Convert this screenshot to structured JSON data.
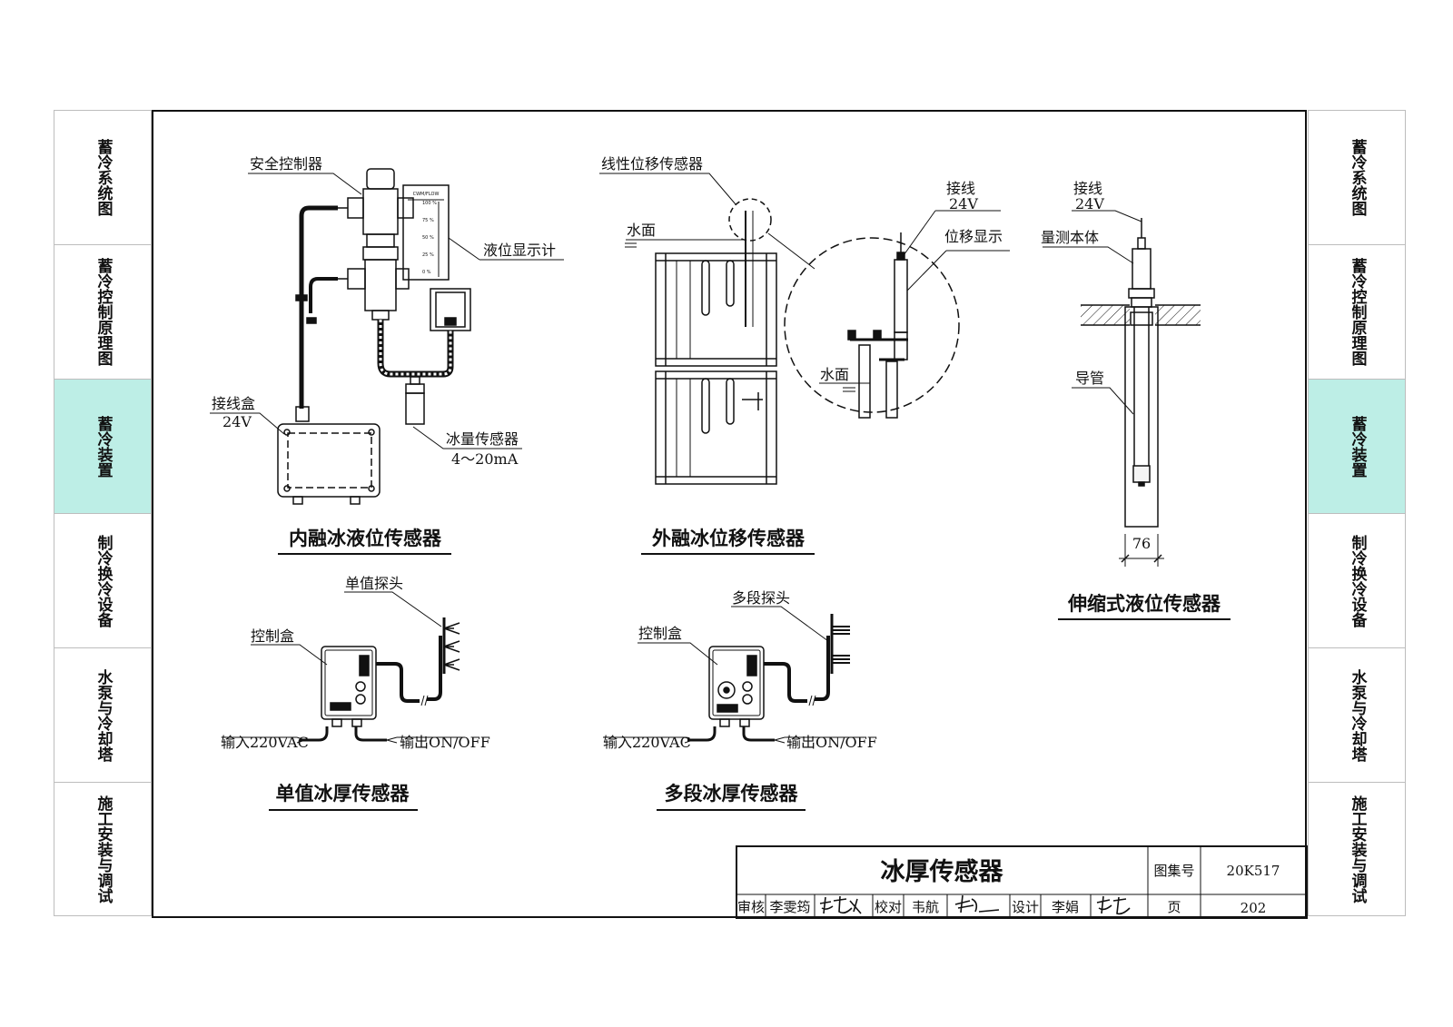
{
  "left_tabs": [
    {
      "label": "蓄冷系统图"
    },
    {
      "label": "蓄冷控制原理图"
    },
    {
      "label": "蓄冷装置",
      "active": true
    },
    {
      "label": "制冷换冷设备"
    },
    {
      "label": "水泵与冷却塔"
    },
    {
      "label": "施工安装与调试"
    }
  ],
  "right_tabs": [
    {
      "label": "蓄冷系统图"
    },
    {
      "label": "蓄冷控制原理图"
    },
    {
      "label": "蓄冷装置",
      "active": true
    },
    {
      "label": "制冷换冷设备"
    },
    {
      "label": "水泵与冷却塔"
    },
    {
      "label": "施工安装与调试"
    }
  ],
  "active_tab_color": "#bdeee6",
  "figure1": {
    "title": "内融冰液位传感器",
    "safety_controller": "安全控制器",
    "level_display": "液位显示计",
    "gauge_header": "CWM/FLOW",
    "gauge_marks": [
      "100 %",
      "75 %",
      "50 %",
      "25 %",
      "0 %"
    ],
    "junction_box": "接线盒",
    "junction_voltage": "24V",
    "ice_sensor": "冰量传感器",
    "ice_sensor_signal": "4～20mA"
  },
  "figure2": {
    "title": "外融冰位移传感器",
    "linear_sensor": "线性位移传感器",
    "water_surface": "水面",
    "wiring": "接线",
    "wiring_voltage": "24V",
    "displacement_display": "位移显示",
    "water_surface_detail": "水面"
  },
  "figure3": {
    "title": "伸缩式液位传感器",
    "wiring": "接线",
    "wiring_voltage": "24V",
    "body": "量测本体",
    "guide_tube": "导管",
    "dimension": "76"
  },
  "figure4": {
    "title": "单值冰厚传感器",
    "probe": "单值探头",
    "control_box": "控制盒",
    "input": "输入220VAC",
    "output": "输出ON/OFF"
  },
  "figure5": {
    "title": "多段冰厚传感器",
    "probe": "多段探头",
    "control_box": "控制盒",
    "input": "输入220VAC",
    "output": "输出ON/OFF"
  },
  "title_block": {
    "drawing_title": "冰厚传感器",
    "atlas_label": "图集号",
    "atlas_no": "20K517",
    "review_label": "审核",
    "reviewer": "李雯筠",
    "check_label": "校对",
    "checker": "韦航",
    "design_label": "设计",
    "designer": "李娟",
    "page_label": "页",
    "page_no": "202"
  }
}
